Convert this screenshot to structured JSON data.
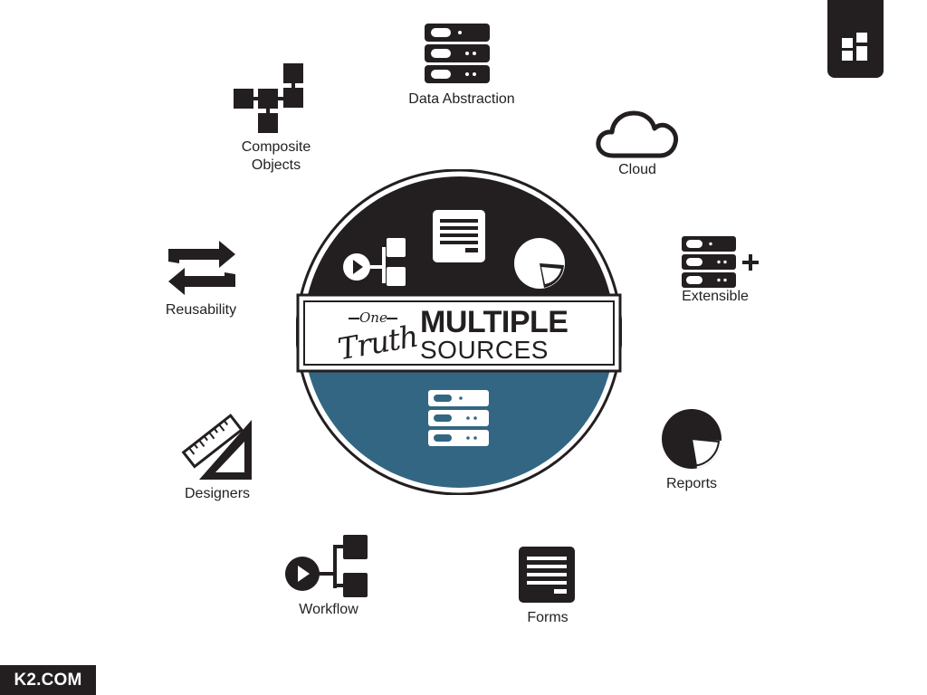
{
  "nodes": {
    "data_abstraction": "Data Abstraction",
    "composite_objects": "Composite Objects",
    "cloud": "Cloud",
    "extensible": "Extensible",
    "reusability": "Reusability",
    "designers": "Designers",
    "reports": "Reports",
    "workflow": "Workflow",
    "forms": "Forms"
  },
  "center": {
    "one": "One",
    "truth": "Truth",
    "multiple": "MULTIPLE",
    "sources": "SOURCES"
  },
  "brand": {
    "site": "K2.COM"
  },
  "colors": {
    "dark": "#231f20",
    "teal": "#336682",
    "white": "#ffffff"
  },
  "icons": {
    "data_abstraction": "server-stack-icon",
    "composite_objects": "composite-blocks-icon",
    "cloud": "cloud-icon",
    "extensible": "server-plus-icon",
    "reusability": "repeat-arrows-icon",
    "designers": "ruler-triangle-icon",
    "reports": "pie-chart-icon",
    "workflow": "workflow-icon",
    "forms": "form-document-icon",
    "corner": "grid-squares-icon"
  }
}
